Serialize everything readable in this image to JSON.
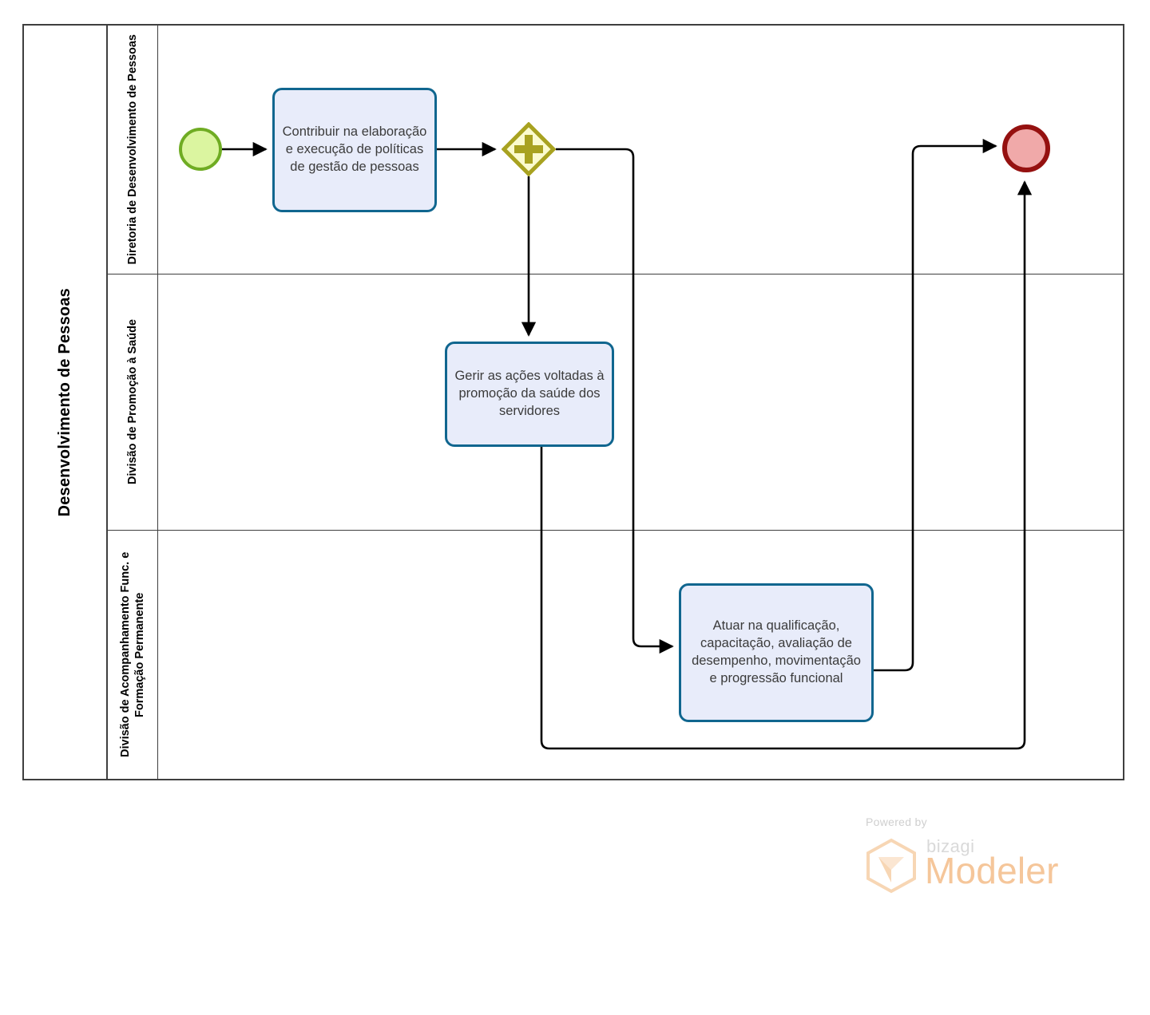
{
  "diagram": {
    "type": "bpmn-process",
    "pool": {
      "name": "Desenvolvimento de Pessoas"
    },
    "lanes": [
      {
        "id": "lane-1",
        "name": "Diretoria de Desenvolvimento de Pessoas"
      },
      {
        "id": "lane-2",
        "name": "Divisão de Promoção à Saúde"
      },
      {
        "id": "lane-3",
        "name": "Divisão de Acompanhamento Func. e Formação Permanente"
      }
    ],
    "nodes": [
      {
        "id": "start-event",
        "type": "start-event",
        "lane": "lane-1",
        "label": "",
        "fill": "#dbf5a0",
        "stroke": "#6fac23"
      },
      {
        "id": "task-1",
        "type": "task",
        "lane": "lane-1",
        "label": "Contribuir na elaboração e execução de políticas de gestão de pessoas",
        "fill": "#e8ecfa",
        "stroke": "#10668f"
      },
      {
        "id": "gateway-parallel",
        "type": "parallel-gateway",
        "lane": "lane-1",
        "label": "",
        "marker": "plus",
        "fill": "#fbfbcf",
        "stroke": "#a8a220"
      },
      {
        "id": "task-2",
        "type": "task",
        "lane": "lane-2",
        "label": "Gerir as ações voltadas à promoção da saúde dos servidores",
        "fill": "#e8ecfa",
        "stroke": "#10668f"
      },
      {
        "id": "task-3",
        "type": "task",
        "lane": "lane-3",
        "label": "Atuar na qualificação, capacitação, avaliação de desempenho, movimentação e progressão funcional",
        "fill": "#e8ecfa",
        "stroke": "#10668f"
      },
      {
        "id": "end-event",
        "type": "end-event",
        "lane": "lane-1",
        "label": "",
        "fill": "#f0a9a9",
        "stroke": "#951110"
      }
    ],
    "flows": [
      {
        "id": "flow-1",
        "from": "start-event",
        "to": "task-1",
        "label": ""
      },
      {
        "id": "flow-2",
        "from": "task-1",
        "to": "gateway-parallel",
        "label": ""
      },
      {
        "id": "flow-3",
        "from": "gateway-parallel",
        "to": "task-2",
        "label": ""
      },
      {
        "id": "flow-4",
        "from": "gateway-parallel",
        "to": "task-3",
        "label": ""
      },
      {
        "id": "flow-5",
        "from": "task-3",
        "to": "end-event",
        "label": ""
      },
      {
        "id": "flow-6",
        "from": "task-2",
        "to": "end-event",
        "label": ""
      }
    ]
  },
  "watermark": {
    "powered_by": "Powered by",
    "brand": "bizagi",
    "product": "Modeler",
    "color": "#f5c69a"
  }
}
